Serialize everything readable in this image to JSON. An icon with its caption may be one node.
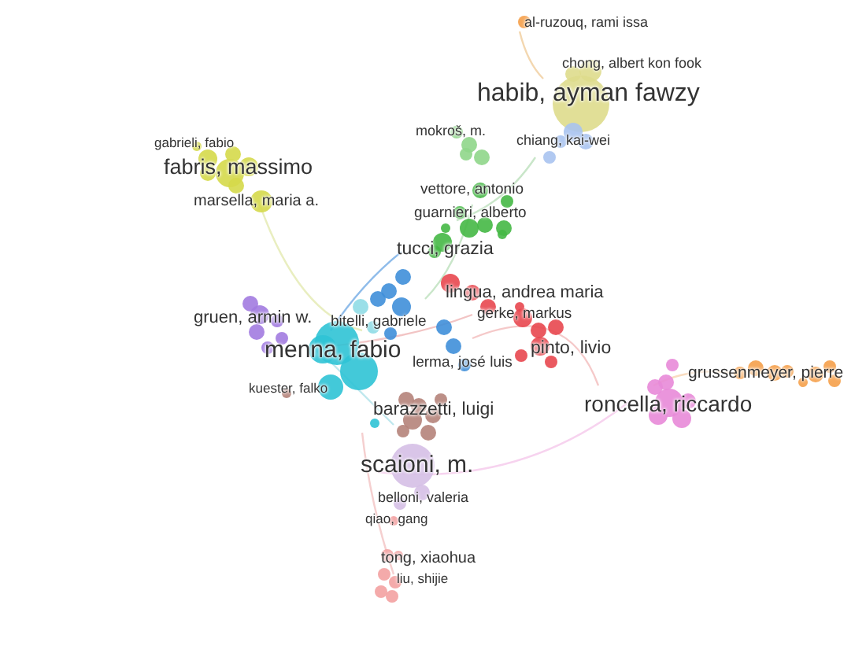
{
  "diagram": {
    "labels": [
      "al-ruzouq, rami issa",
      "chong, albert kon fook",
      "habib, ayman fawzy",
      "gabrieli, fabio",
      "fabris, massimo",
      "mokroš, m.",
      "chiang, kai-wei",
      "marsella, maria a.",
      "vettore, antonio",
      "guarnieri, alberto",
      "tucci, grazia",
      "lingua, andrea maria",
      "gruen, armin w.",
      "bitelli, gabriele",
      "gerke, markus",
      "menna, fabio",
      "pinto, livio",
      "kuester, falko",
      "lerma, josé luis",
      "grussenmeyer, pierre",
      "roncella, riccardo",
      "barazzetti, luigi",
      "scaioni, m.",
      "belloni, valeria",
      "qiao, gang",
      "tong, xiaohua",
      "liu, shijie"
    ]
  }
}
